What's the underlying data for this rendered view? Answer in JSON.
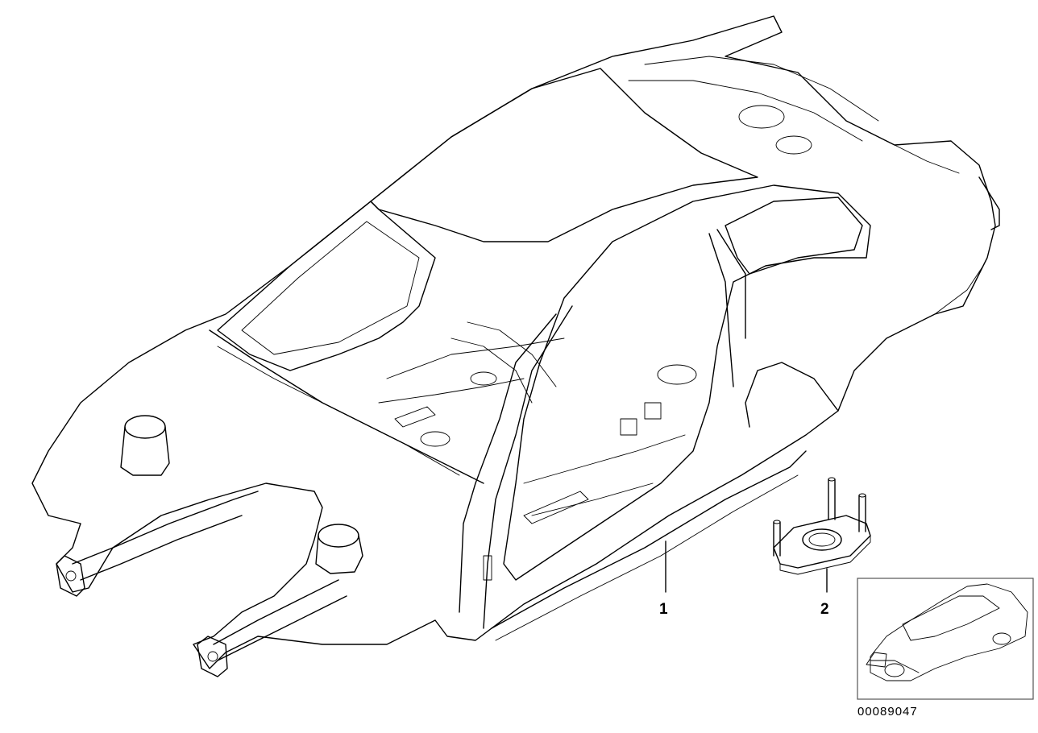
{
  "callouts": [
    {
      "id": "body-in-white",
      "label": "1"
    },
    {
      "id": "mounting-plate",
      "label": "2"
    }
  ],
  "reference_number": "00089047",
  "colors": {
    "line": "#000000",
    "background": "#ffffff",
    "thumbnail_border": "#555555"
  }
}
